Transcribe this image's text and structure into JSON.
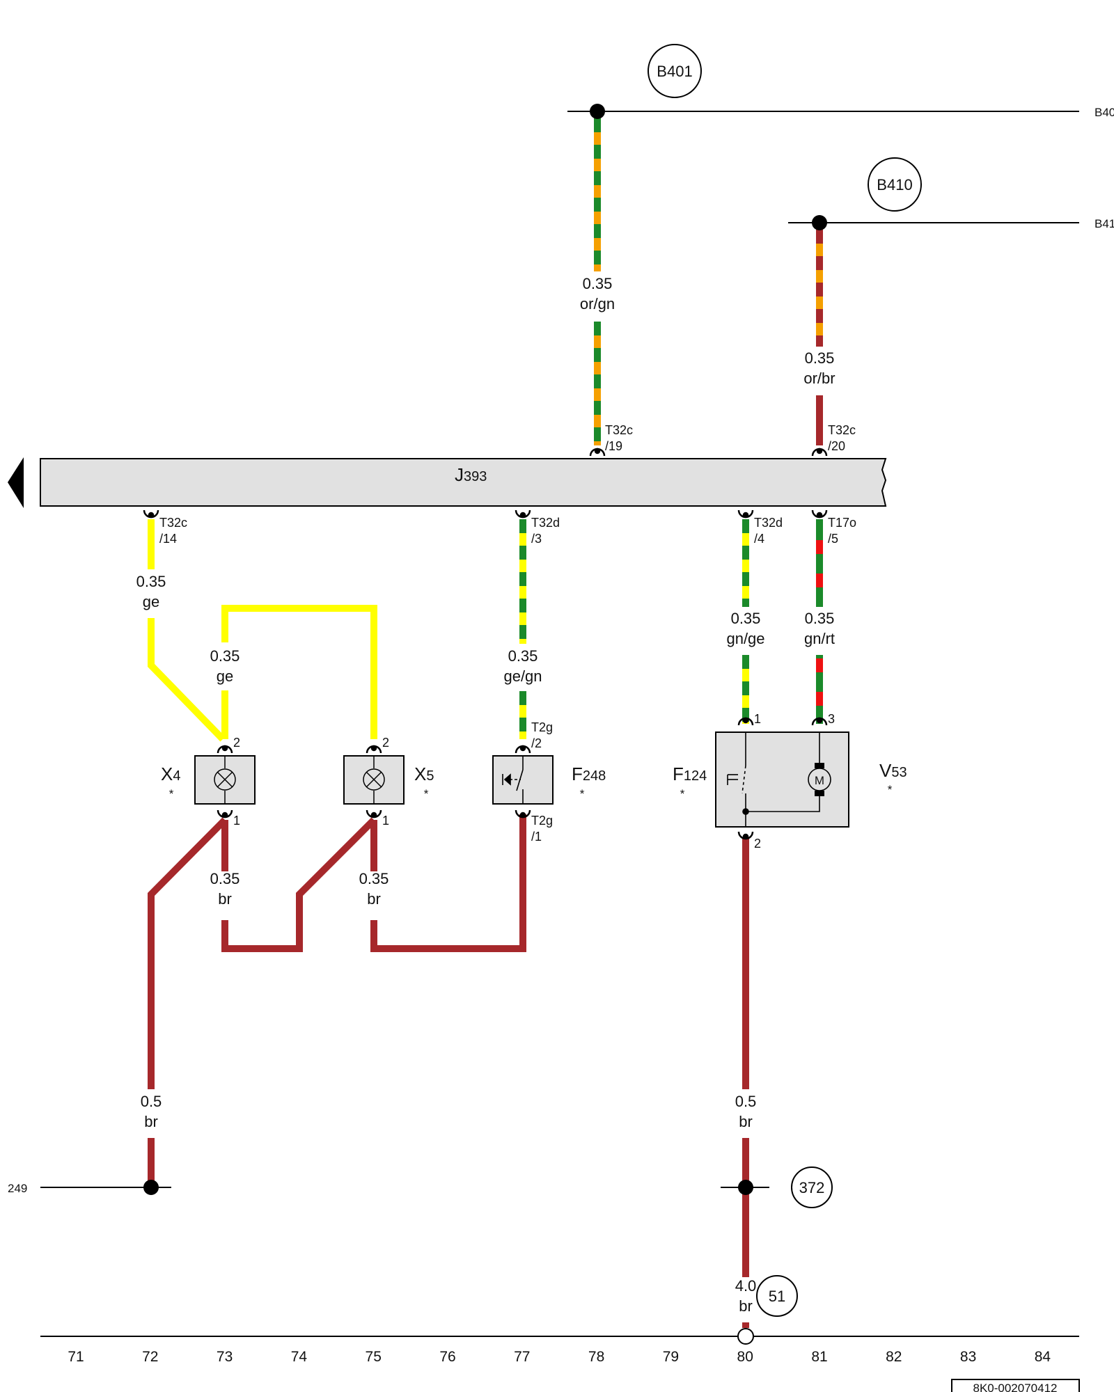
{
  "colors": {
    "br": "#a6282b",
    "ge": "#ffff00",
    "gn": "#1b8a2a",
    "or": "#f5a000",
    "rt": "#ee1111",
    "module_fill": "#e1e1e1",
    "line": "#000000"
  },
  "module": {
    "label": "J",
    "sub": "393"
  },
  "components": [
    {
      "id": "X4",
      "letter": "X",
      "sub": "4",
      "star": "*",
      "icon": "lamp-icon"
    },
    {
      "id": "X5",
      "letter": "X",
      "sub": "5",
      "star": "*",
      "icon": "lamp-icon"
    },
    {
      "id": "F248",
      "letter": "F",
      "sub": "248",
      "star": "*",
      "icon": "switch-icon"
    },
    {
      "id": "F124",
      "letter": "F",
      "sub": "124",
      "star": "*",
      "icon": "switch-icon"
    },
    {
      "id": "V53",
      "letter": "V",
      "sub": "53",
      "star": "*",
      "icon": "motor-icon",
      "motor_symbol": "M"
    }
  ],
  "bubbles": [
    "B401",
    "B410",
    "372",
    "51"
  ],
  "edge_refs": {
    "top1": "B40",
    "top2": "B41",
    "left": "249"
  },
  "connectors": [
    {
      "id": "c1",
      "name": "T32c",
      "pin": "/19"
    },
    {
      "id": "c2",
      "name": "T32c",
      "pin": "/20"
    },
    {
      "id": "c3",
      "name": "T32c",
      "pin": "/14"
    },
    {
      "id": "c4",
      "name": "T32d",
      "pin": "/3"
    },
    {
      "id": "c5",
      "name": "T32d",
      "pin": "/4"
    },
    {
      "id": "c6",
      "name": "T17o",
      "pin": "/5"
    },
    {
      "id": "c7",
      "name": "T2g",
      "pin": "/2"
    },
    {
      "id": "c8",
      "name": "T2g",
      "pin": "/1"
    }
  ],
  "pins": {
    "x4_top": "2",
    "x4_bottom": "1",
    "x5_top": "2",
    "x5_bottom": "1",
    "v53_1": "1",
    "v53_3": "3",
    "v53_2": "2"
  },
  "wires": [
    {
      "id": "w1",
      "size": "0.35",
      "color": "or/gn"
    },
    {
      "id": "w2",
      "size": "0.35",
      "color": "or/br"
    },
    {
      "id": "w3",
      "size": "0.35",
      "color": "ge"
    },
    {
      "id": "w4",
      "size": "0.35",
      "color": "ge"
    },
    {
      "id": "w5",
      "size": "0.35",
      "color": "ge/gn"
    },
    {
      "id": "w6",
      "size": "0.35",
      "color": "gn/ge"
    },
    {
      "id": "w7",
      "size": "0.35",
      "color": "gn/rt"
    },
    {
      "id": "w8",
      "size": "0.35",
      "color": "br"
    },
    {
      "id": "w9",
      "size": "0.35",
      "color": "br"
    },
    {
      "id": "w10",
      "size": "0.5",
      "color": "br"
    },
    {
      "id": "w11",
      "size": "0.5",
      "color": "br"
    },
    {
      "id": "w12",
      "size": "4.0",
      "color": "br"
    }
  ],
  "grid_numbers": [
    "71",
    "72",
    "73",
    "74",
    "75",
    "76",
    "77",
    "78",
    "79",
    "80",
    "81",
    "82",
    "83",
    "84"
  ],
  "sheet_id": "8K0-002070412"
}
